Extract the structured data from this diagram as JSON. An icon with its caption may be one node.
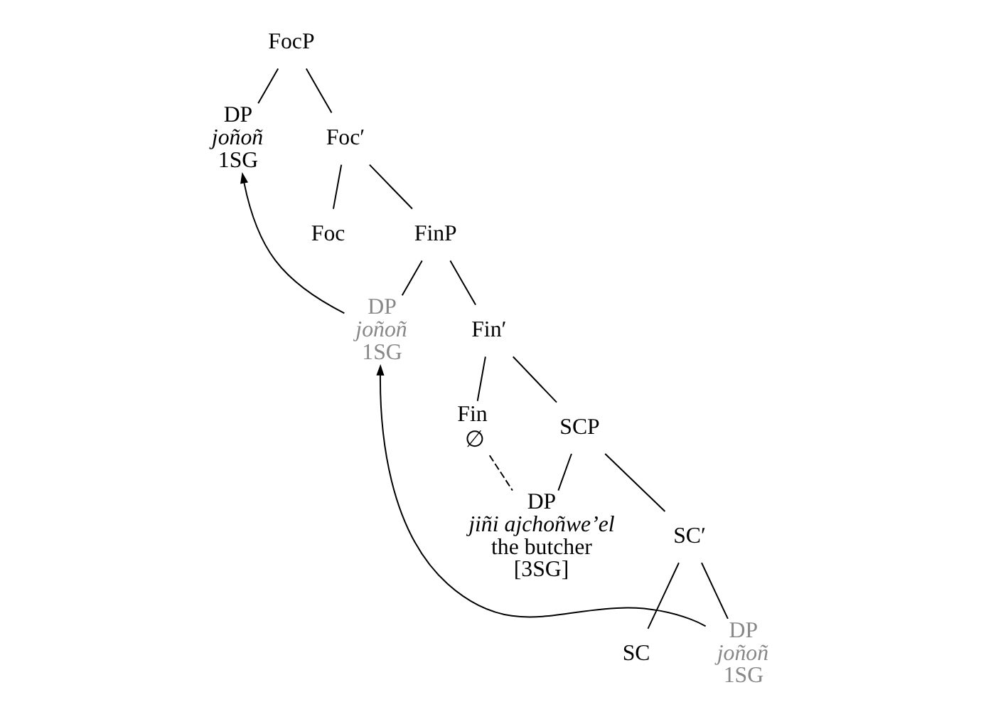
{
  "diagram": {
    "nodes": [
      {
        "text": [
          "FocP"
        ]
      },
      {
        "text": [
          "DP",
          "joñoñ",
          "1SG"
        ]
      },
      {
        "text": [
          "Foc′"
        ]
      },
      {
        "text": [
          "Foc"
        ]
      },
      {
        "text": [
          "FinP"
        ]
      },
      {
        "text": [
          "DP",
          "joñoñ",
          "1SG"
        ]
      },
      {
        "text": [
          "Fin′"
        ]
      },
      {
        "text": [
          "Fin",
          "∅"
        ]
      },
      {
        "text": [
          "SCP"
        ]
      },
      {
        "text": [
          "DP",
          "jiñi ajchoñwe’el",
          "the butcher",
          "[3SG]"
        ]
      },
      {
        "text": [
          "SC′"
        ]
      },
      {
        "text": [
          "SC"
        ]
      },
      {
        "text": [
          "DP",
          "joñoñ",
          "1SG"
        ]
      }
    ],
    "edges": [
      {
        "from": 0,
        "to": 1,
        "arrow": "none"
      },
      {
        "from": 0,
        "to": 2,
        "arrow": "none"
      },
      {
        "from": 2,
        "to": 3,
        "arrow": "none"
      },
      {
        "from": 2,
        "to": 4,
        "arrow": "none"
      },
      {
        "from": 4,
        "to": 5,
        "arrow": "none"
      },
      {
        "from": 4,
        "to": 6,
        "arrow": "none"
      },
      {
        "from": 6,
        "to": 7,
        "arrow": "none"
      },
      {
        "from": 6,
        "to": 8,
        "arrow": "none"
      },
      {
        "from": 8,
        "to": 9,
        "arrow": "none"
      },
      {
        "from": 8,
        "to": 10,
        "arrow": "none"
      },
      {
        "from": 10,
        "to": 11,
        "arrow": "none"
      },
      {
        "from": 10,
        "to": 12,
        "arrow": "none"
      },
      {
        "from": 5,
        "to": 1,
        "arrow": "to"
      },
      {
        "from": 12,
        "to": 5,
        "arrow": "to"
      },
      {
        "from": 7,
        "to": 9,
        "arrow": "none",
        "style": "dashed"
      }
    ]
  }
}
